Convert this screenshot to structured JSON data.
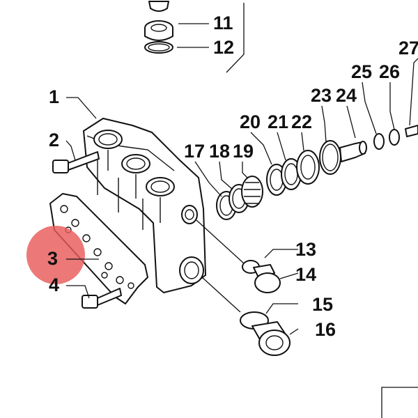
{
  "diagram": {
    "callouts": [
      {
        "id": "1",
        "text": "1"
      },
      {
        "id": "2",
        "text": "2"
      },
      {
        "id": "3",
        "text": "3"
      },
      {
        "id": "4",
        "text": "4"
      },
      {
        "id": "11",
        "text": "11"
      },
      {
        "id": "12",
        "text": "12"
      },
      {
        "id": "13",
        "text": "13"
      },
      {
        "id": "14",
        "text": "14"
      },
      {
        "id": "15",
        "text": "15"
      },
      {
        "id": "16",
        "text": "16"
      },
      {
        "id": "17",
        "text": "17"
      },
      {
        "id": "18",
        "text": "18"
      },
      {
        "id": "19",
        "text": "19"
      },
      {
        "id": "20",
        "text": "20"
      },
      {
        "id": "21",
        "text": "21"
      },
      {
        "id": "22",
        "text": "22"
      },
      {
        "id": "23",
        "text": "23"
      },
      {
        "id": "24",
        "text": "24"
      },
      {
        "id": "25",
        "text": "25"
      },
      {
        "id": "26",
        "text": "26"
      },
      {
        "id": "27",
        "text": "27"
      }
    ],
    "highlight": {
      "callout": "3",
      "color": "#e85a5a"
    }
  }
}
